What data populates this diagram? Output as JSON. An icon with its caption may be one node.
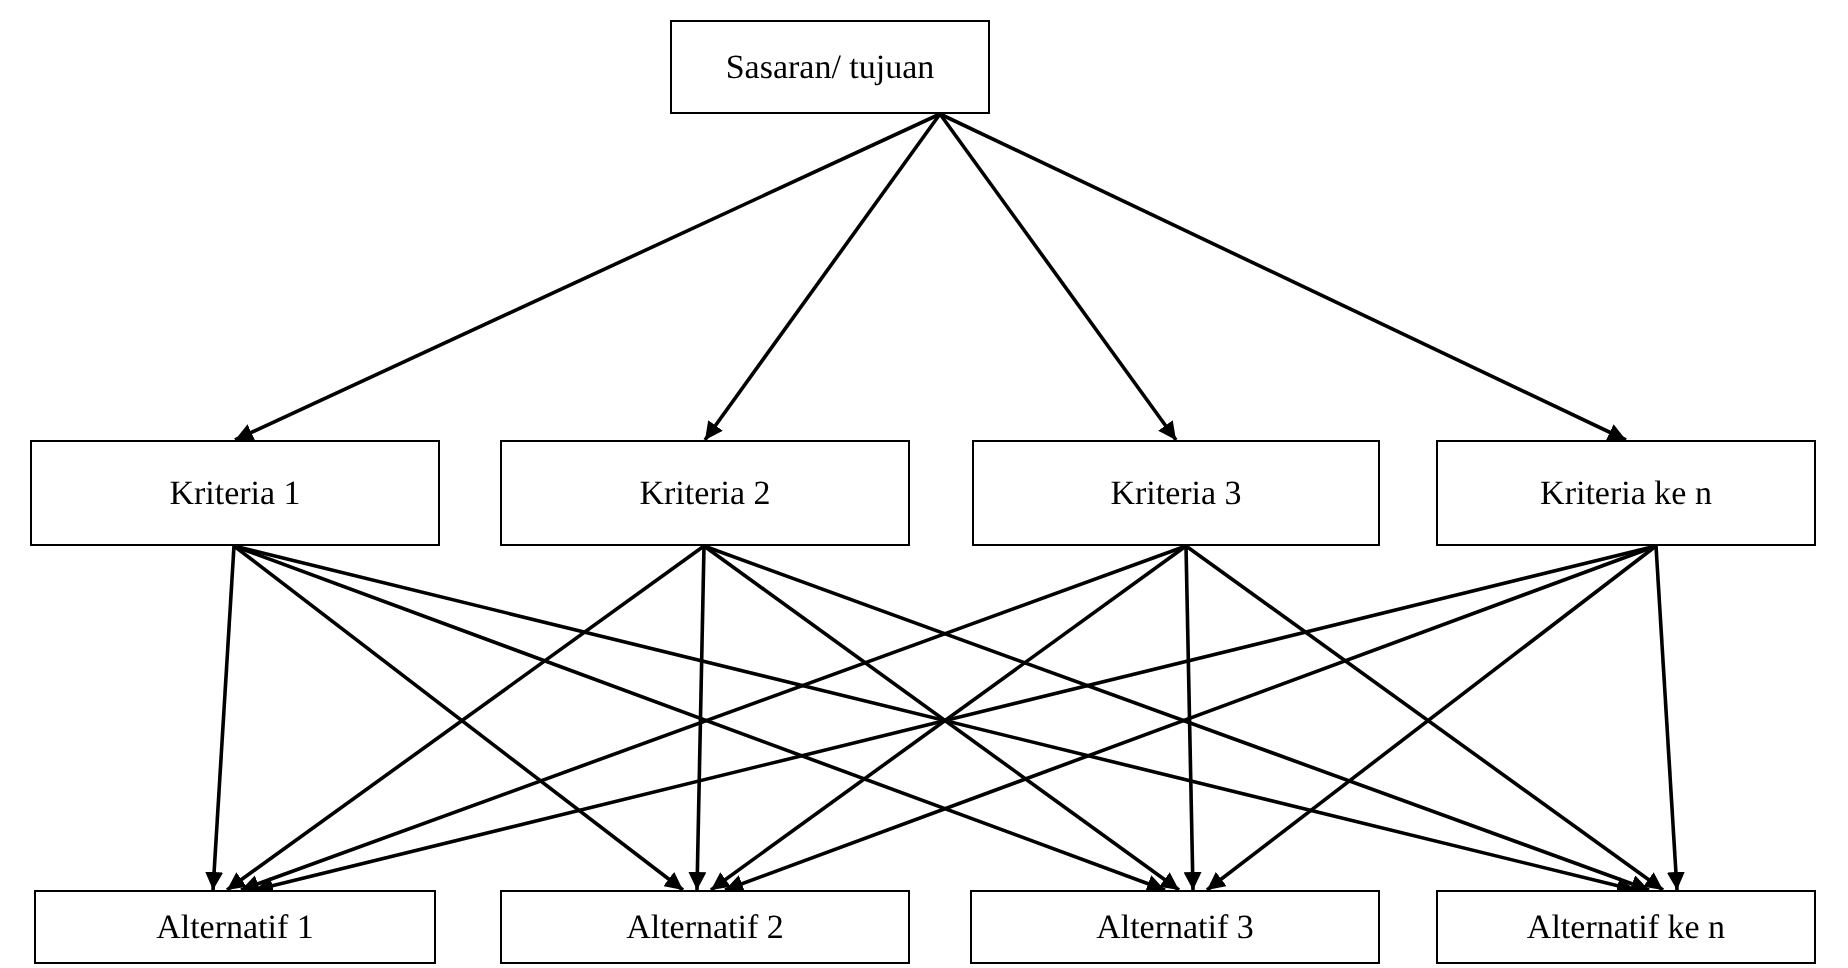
{
  "diagram": {
    "nodes": [
      {
        "text": [
          "Sasaran/ tujuan"
        ]
      },
      {
        "text": [
          "Kriteria 1"
        ]
      },
      {
        "text": [
          "Kriteria 2"
        ]
      },
      {
        "text": [
          "Kriteria 3"
        ]
      },
      {
        "text": [
          "Kriteria ke n"
        ]
      },
      {
        "text": [
          "Alternatif 1"
        ]
      },
      {
        "text": [
          "Alternatif 2"
        ]
      },
      {
        "text": [
          "Alternatif 3"
        ]
      },
      {
        "text": [
          "Alternatif ke n"
        ]
      }
    ],
    "edges": [
      {
        "from": 0,
        "to": 1,
        "arrow": "to"
      },
      {
        "from": 0,
        "to": 2,
        "arrow": "to"
      },
      {
        "from": 0,
        "to": 3,
        "arrow": "to"
      },
      {
        "from": 0,
        "to": 4,
        "arrow": "to"
      },
      {
        "from": 1,
        "to": 5,
        "arrow": "to"
      },
      {
        "from": 1,
        "to": 6,
        "arrow": "to"
      },
      {
        "from": 1,
        "to": 7,
        "arrow": "to"
      },
      {
        "from": 1,
        "to": 8,
        "arrow": "to"
      },
      {
        "from": 2,
        "to": 5,
        "arrow": "to"
      },
      {
        "from": 2,
        "to": 6,
        "arrow": "to"
      },
      {
        "from": 2,
        "to": 7,
        "arrow": "to"
      },
      {
        "from": 2,
        "to": 8,
        "arrow": "to"
      },
      {
        "from": 3,
        "to": 5,
        "arrow": "to"
      },
      {
        "from": 3,
        "to": 6,
        "arrow": "to"
      },
      {
        "from": 3,
        "to": 7,
        "arrow": "to"
      },
      {
        "from": 3,
        "to": 8,
        "arrow": "to"
      },
      {
        "from": 4,
        "to": 5,
        "arrow": "to"
      },
      {
        "from": 4,
        "to": 6,
        "arrow": "to"
      },
      {
        "from": 4,
        "to": 7,
        "arrow": "to"
      },
      {
        "from": 4,
        "to": 8,
        "arrow": "to"
      }
    ]
  }
}
